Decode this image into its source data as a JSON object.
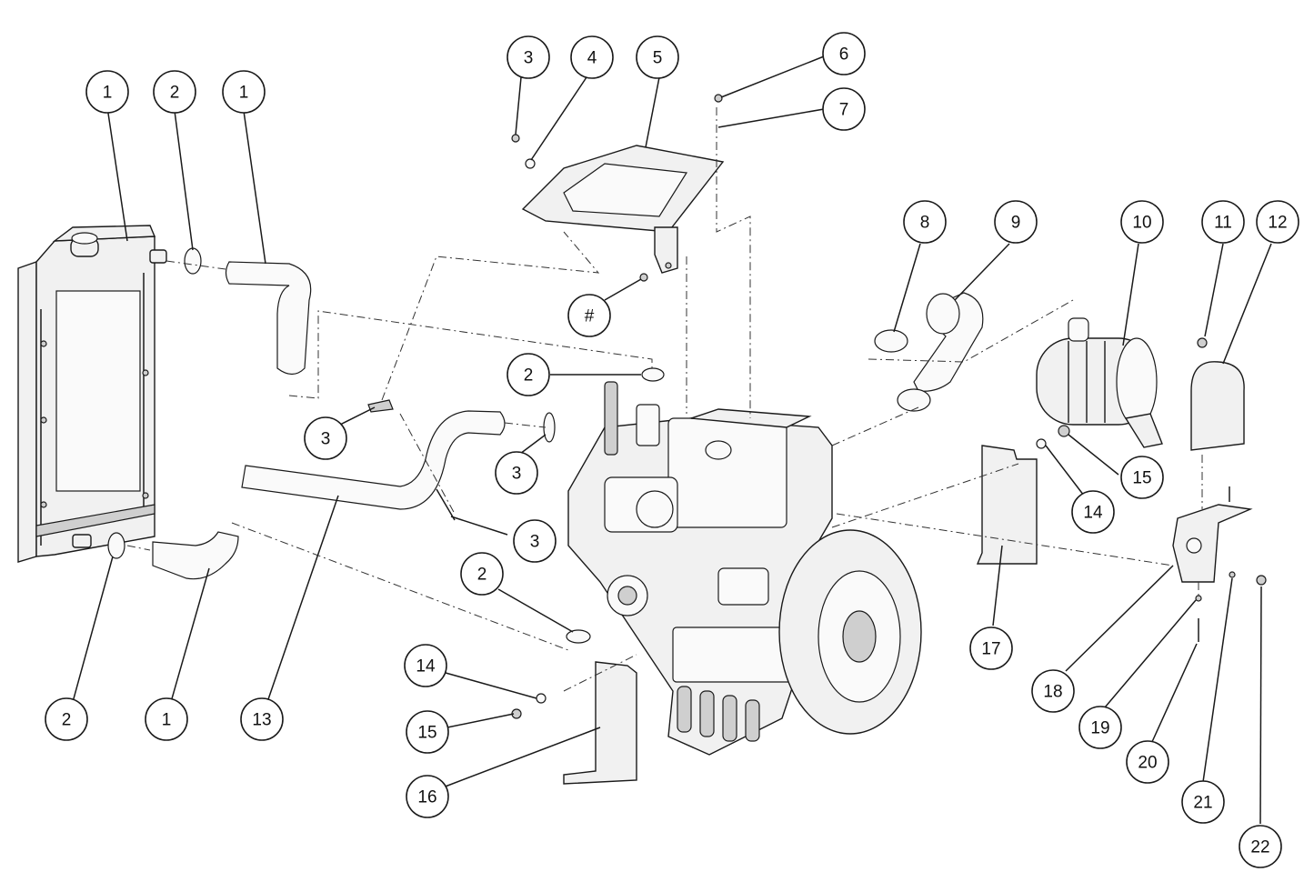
{
  "diagram": {
    "style": {
      "line_color": "#1a1a1a",
      "fill_color": "#f1f1f1",
      "background": "#ffffff"
    },
    "callouts": [
      {
        "label": "1"
      },
      {
        "label": "2"
      },
      {
        "label": "1"
      },
      {
        "label": "3"
      },
      {
        "label": "4"
      },
      {
        "label": "5"
      },
      {
        "label": "6"
      },
      {
        "label": "7"
      },
      {
        "label": "#"
      },
      {
        "label": "8"
      },
      {
        "label": "9"
      },
      {
        "label": "10"
      },
      {
        "label": "11"
      },
      {
        "label": "12"
      },
      {
        "label": "2"
      },
      {
        "label": "3"
      },
      {
        "label": "3"
      },
      {
        "label": "3"
      },
      {
        "label": "15"
      },
      {
        "label": "14"
      },
      {
        "label": "2"
      },
      {
        "label": "17"
      },
      {
        "label": "18"
      },
      {
        "label": "19"
      },
      {
        "label": "20"
      },
      {
        "label": "21"
      },
      {
        "label": "22"
      },
      {
        "label": "2"
      },
      {
        "label": "1"
      },
      {
        "label": "13"
      },
      {
        "label": "14"
      },
      {
        "label": "15"
      },
      {
        "label": "16"
      }
    ]
  }
}
